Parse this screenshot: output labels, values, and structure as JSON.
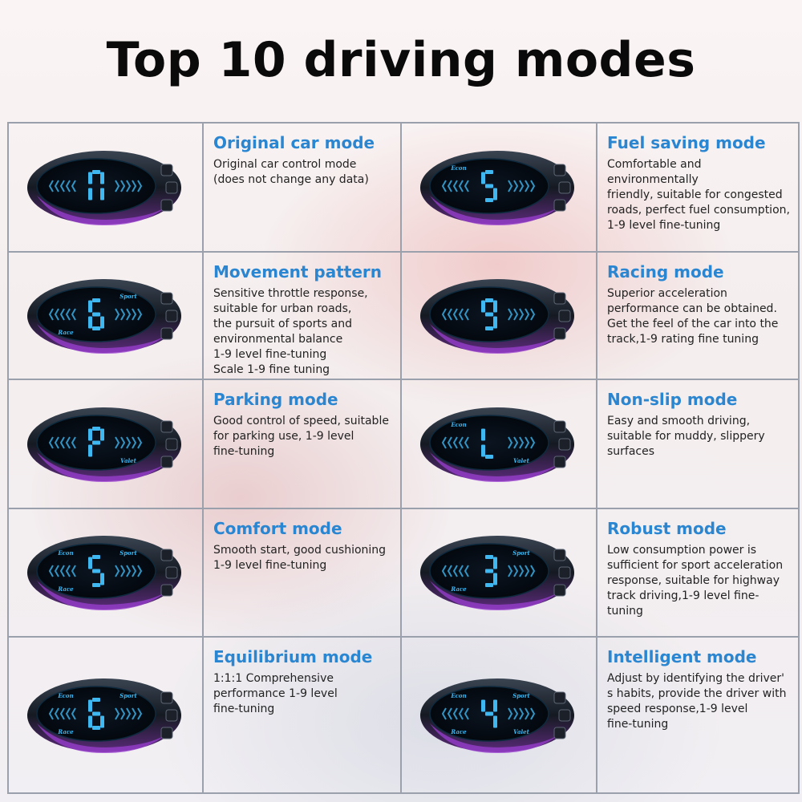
{
  "title": "Top 10 driving modes",
  "colors": {
    "mode_title": "#2b86d2",
    "display_glow": "#3fb7f0",
    "grid_line": "#9aa1ac"
  },
  "modes": [
    {
      "title": "Original car mode",
      "description": "Original car control mode\n(does not change any data)",
      "display_glyph": "n",
      "icons": [
        "arrows"
      ]
    },
    {
      "title": "Fuel saving mode",
      "description": "Comfortable and environmentally\nfriendly, suitable for congested\n roads, perfect fuel consumption,\n1-9 level fine-tuning",
      "display_glyph": "5",
      "icons": [
        "Econ",
        "arrows"
      ]
    },
    {
      "title": "Movement pattern",
      "description": "Sensitive throttle response,\nsuitable for urban roads,\nthe pursuit of sports and\nenvironmental balance\n1-9 level fine-tuning\nScale 1-9 fine tuning",
      "display_glyph": "6",
      "icons": [
        "Sport",
        "Race",
        "arrows"
      ]
    },
    {
      "title": "Racing mode",
      "description": "Superior acceleration\nperformance can be obtained.\n Get the feel of the car into the\ntrack,1-9 rating fine tuning",
      "display_glyph": "9",
      "icons": [
        "arrows"
      ]
    },
    {
      "title": "Parking mode",
      "description": "Good control of speed, suitable\nfor parking use, 1-9 level\nfine-tuning",
      "display_glyph": "P",
      "icons": [
        "Valet",
        "arrows"
      ]
    },
    {
      "title": "Non-slip mode",
      "description": "Easy and smooth driving,\nsuitable for muddy, slippery\nsurfaces",
      "display_glyph": "L",
      "icons": [
        "Econ",
        "Valet",
        "arrows"
      ]
    },
    {
      "title": "Comfort mode",
      "description": "Smooth start, good cushioning\n1-9 level fine-tuning",
      "display_glyph": "5",
      "icons": [
        "Econ",
        "Sport",
        "Race",
        "arrows"
      ]
    },
    {
      "title": "Robust mode",
      "description": "Low consumption power is\nsufficient for sport acceleration\nresponse, suitable for highway\ntrack driving,1-9 level fine-tuning",
      "display_glyph": "3",
      "icons": [
        "Sport",
        "Race",
        "arrows"
      ]
    },
    {
      "title": "Equilibrium mode",
      "description": "1:1:1 Comprehensive\nperformance 1-9 level\nfine-tuning",
      "display_glyph": "6",
      "icons": [
        "Econ",
        "Sport",
        "Race",
        "arrows"
      ]
    },
    {
      "title": "Intelligent mode",
      "description": "Adjust by identifying the driver'\ns habits, provide the driver with\nspeed response,1-9 level\nfine-tuning",
      "display_glyph": "4",
      "icons": [
        "Econ",
        "Sport",
        "Race",
        "Valet",
        "arrows"
      ]
    }
  ]
}
